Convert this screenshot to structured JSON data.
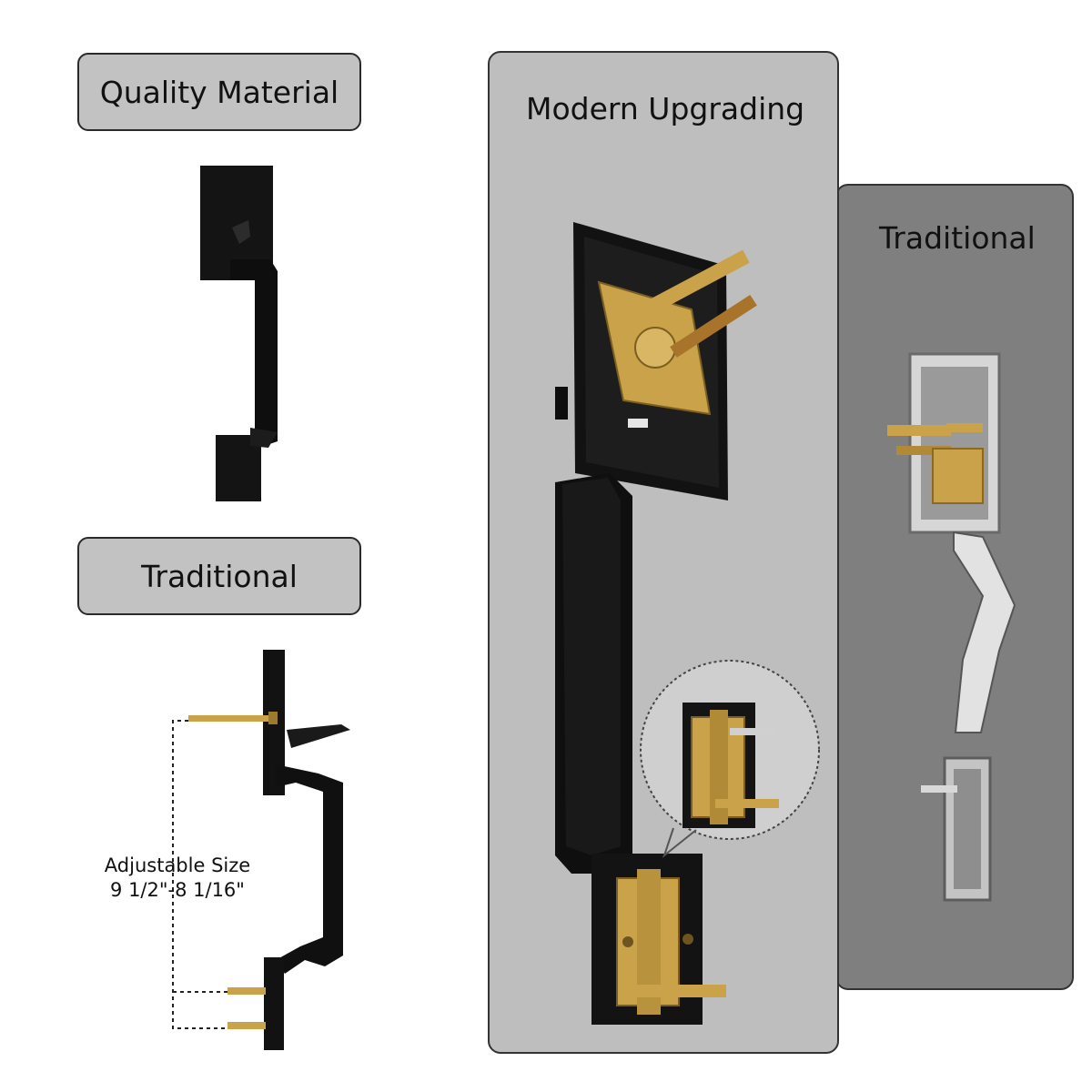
{
  "labels": {
    "quality": "Quality Material",
    "traditional_left": "Traditional",
    "modern": "Modern Upgrading",
    "traditional_right": "Traditional",
    "adjustable_line1": "Adjustable Size",
    "adjustable_line2": "9 1/2\"-8 1/16\""
  },
  "colors": {
    "label_bg": "#c2c2c2",
    "modern_panel_bg": "#bebebe",
    "traditional_panel_bg": "#7f7f7f",
    "hardware_black": "#141414",
    "brass": "#c9a24a",
    "chrome": "#cfcfcf"
  }
}
